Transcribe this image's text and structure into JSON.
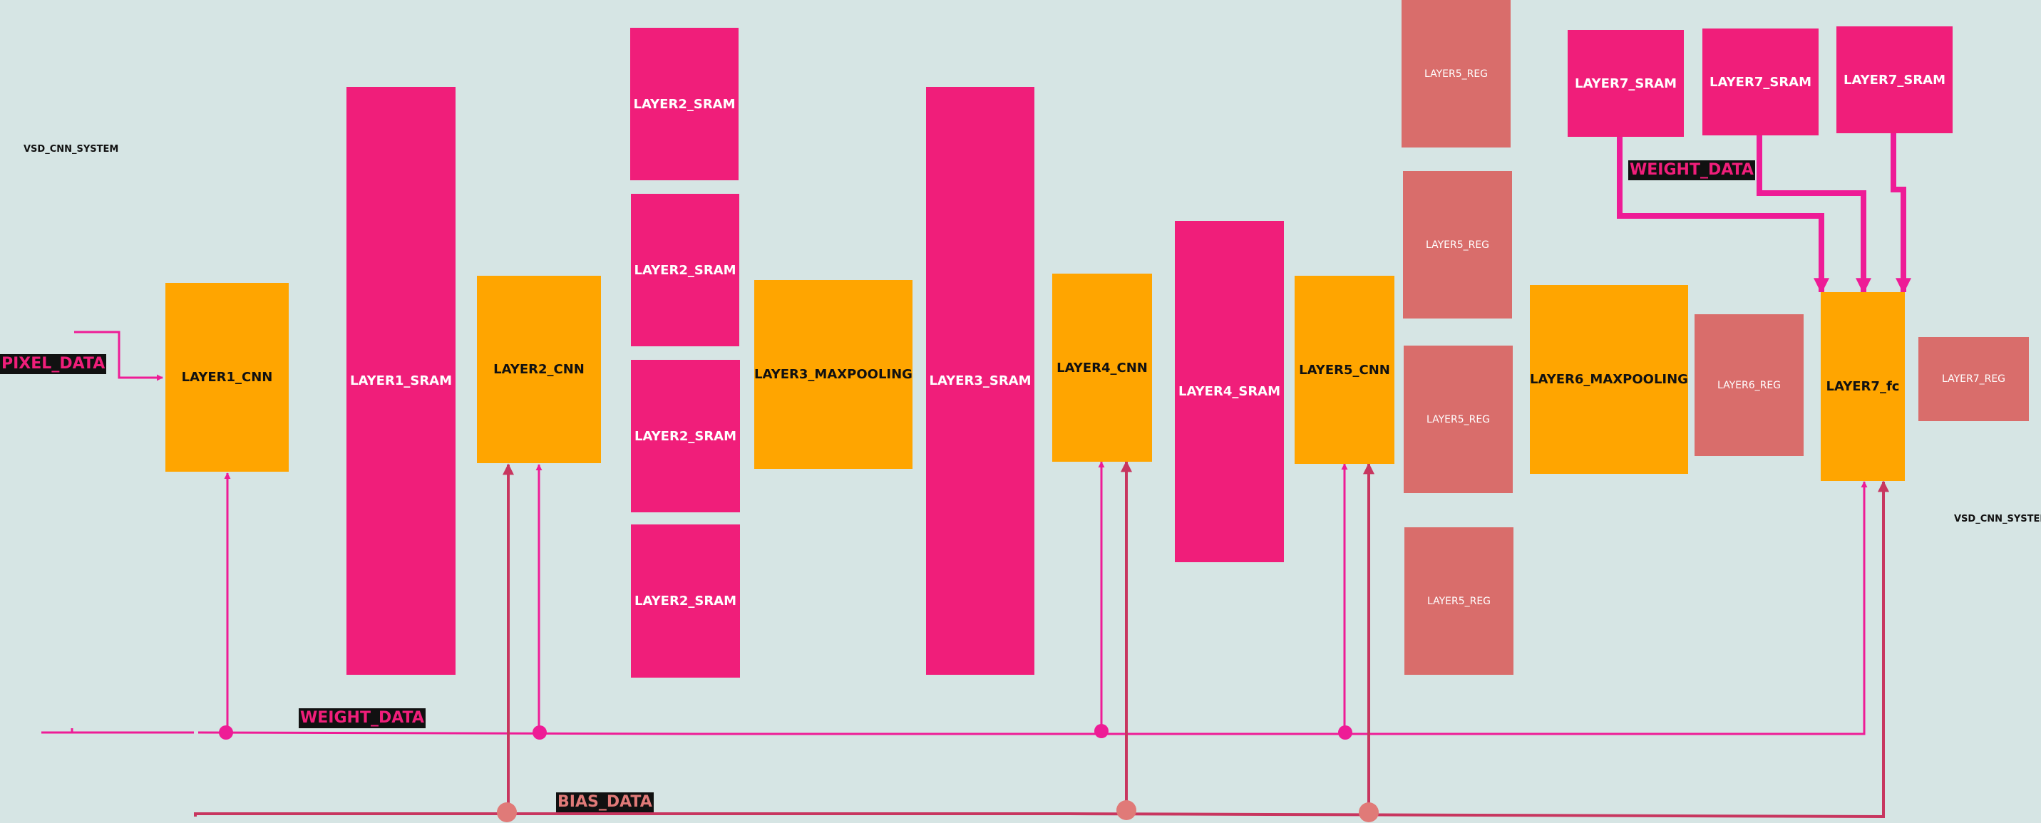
{
  "diagram": {
    "system_labels": [
      "VSD_CNN_SYSTEM",
      "VSD_CNN_SYSTEM"
    ],
    "signals": {
      "pixel": "PIXEL_DATA",
      "weight_bottom": "WEIGHT_DATA",
      "weight_top": "WEIGHT_DATA",
      "bias": "BIAS_DATA"
    },
    "blocks": {
      "layer1_cnn": "LAYER1_CNN",
      "layer1_sram": "LAYER1_SRAM",
      "layer2_cnn": "LAYER2_CNN",
      "layer2_sram": [
        "LAYER2_SRAM",
        "LAYER2_SRAM",
        "LAYER2_SRAM",
        "LAYER2_SRAM"
      ],
      "layer3_maxpooling": "LAYER3_MAXPOOLING",
      "layer3_sram": "LAYER3_SRAM",
      "layer4_cnn": "LAYER4_CNN",
      "layer4_sram": "LAYER4_SRAM",
      "layer5_cnn": "LAYER5_CNN",
      "layer5_reg": [
        "LAYER5_REG",
        "LAYER5_REG",
        "LAYER5_REG",
        "LAYER5_REG"
      ],
      "layer6_maxpooling": "LAYER6_MAXPOOLING",
      "layer6_reg": "LAYER6_REG",
      "layer7_sram": [
        "LAYER7_SRAM",
        "LAYER7_SRAM",
        "LAYER7_SRAM"
      ],
      "layer7_fc": "LAYER7_fc",
      "layer7_reg": "LAYER7_REG"
    },
    "colors": {
      "background": "#d6e5e4",
      "cnn_block": "#ffa500",
      "sram_block": "#f01e7a",
      "reg_block": "#d96d6b",
      "weight_wire": "#ee1c96",
      "bias_wire": "#c8365f",
      "bias_dot": "#e07a78"
    }
  }
}
